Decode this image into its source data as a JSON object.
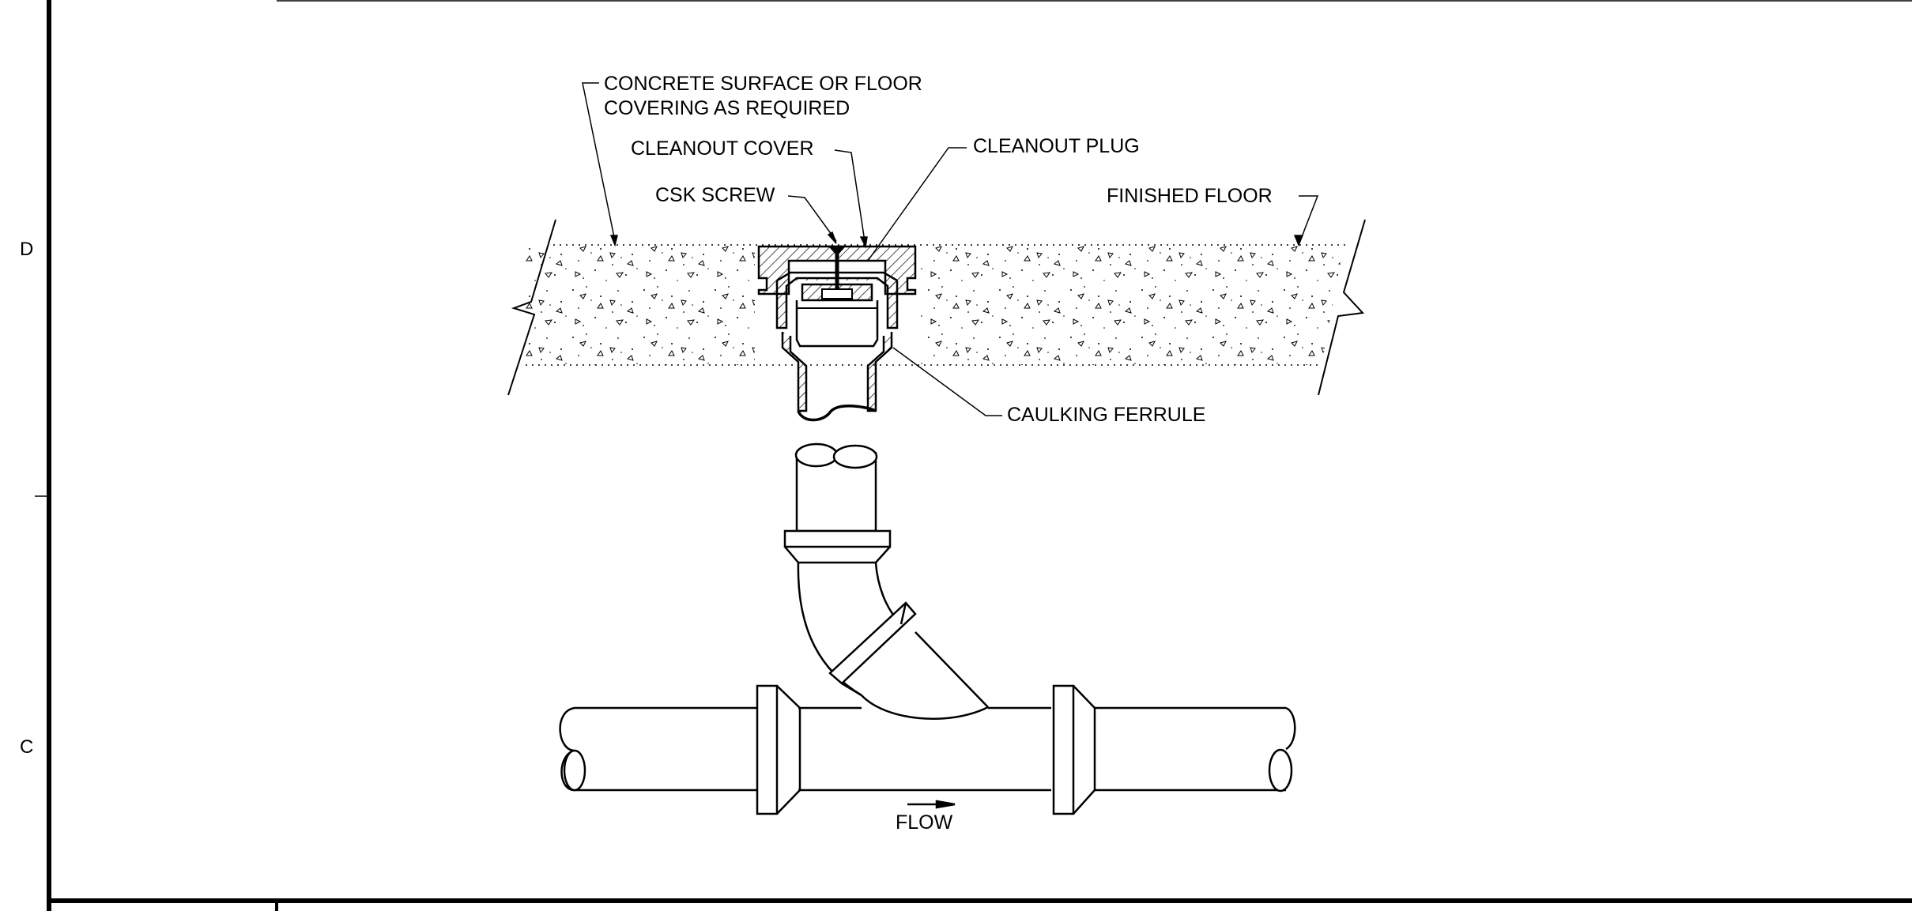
{
  "sheet": {
    "zone_labels": {
      "upper": "D",
      "lower": "C"
    },
    "line_color": "#000000",
    "background": "#ffffff"
  },
  "callouts": {
    "concrete_surface_line1": "CONCRETE SURFACE OR FLOOR",
    "concrete_surface_line2": "COVERING AS REQUIRED",
    "cleanout_cover": "CLEANOUT COVER",
    "cleanout_plug": "CLEANOUT PLUG",
    "csk_screw": "CSK SCREW",
    "finished_floor": "FINISHED FLOOR",
    "caulking_ferrule": "CAULKING FERRULE",
    "flow": "FLOW"
  }
}
